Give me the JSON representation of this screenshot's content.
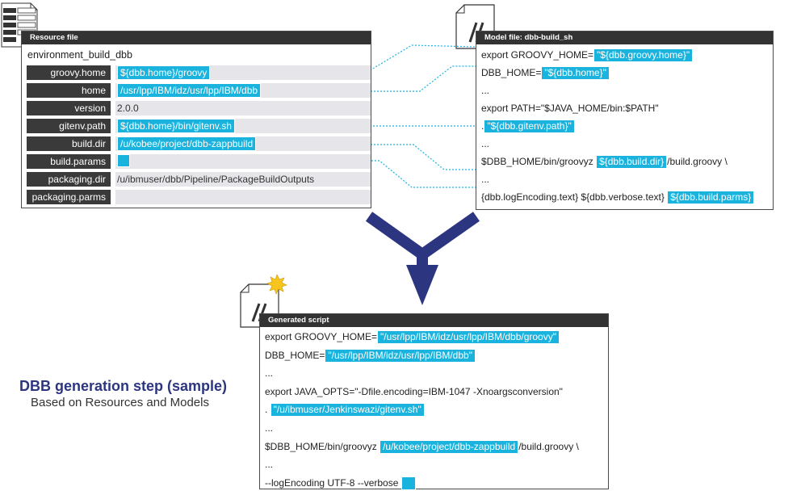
{
  "resource_panel": {
    "header": "Resource file",
    "title": "environment_build_dbb",
    "rows": [
      {
        "key": "groovy.home",
        "value": "",
        "highlight": "${dbb.home}/groovy"
      },
      {
        "key": "home",
        "value": "",
        "highlight": "/usr/lpp/IBM/idz/usr/lpp/IBM/dbb"
      },
      {
        "key": "version",
        "value": "2.0.0",
        "highlight": ""
      },
      {
        "key": "gitenv.path",
        "value": "",
        "highlight": "${dbb.home}/bin/gitenv.sh"
      },
      {
        "key": "build.dir",
        "value": "",
        "highlight": "/u/kobee/project/dbb-zappbuild"
      },
      {
        "key": "build.params",
        "value": "",
        "highlight": ""
      },
      {
        "key": "packaging.dir",
        "value": "/u/ibmuser/dbb/Pipeline/PackageBuildOutputs",
        "highlight": ""
      },
      {
        "key": "packaging.parms",
        "value": "",
        "highlight": ""
      }
    ]
  },
  "model_panel": {
    "header": "Model file:  dbb-build_sh",
    "lines": [
      {
        "pre": "export GROOVY_HOME=",
        "hl": "\"${dbb.groovy.home}\"",
        "post": ""
      },
      {
        "pre": "DBB_HOME=",
        "hl": "\"${dbb.home}\"",
        "post": ""
      },
      {
        "pre": "...",
        "hl": "",
        "post": ""
      },
      {
        "pre": "export PATH=\"$JAVA_HOME/bin:$PATH\"",
        "hl": "",
        "post": ""
      },
      {
        "pre": ".",
        "hl": "\"${dbb.gitenv.path}\"",
        "post": ""
      },
      {
        "pre": "...",
        "hl": "",
        "post": ""
      },
      {
        "pre": "$DBB_HOME/bin/groovyz ",
        "hl": "${dbb.build.dir}",
        "post": "/build.groovy \\"
      },
      {
        "pre": "...",
        "hl": "",
        "post": ""
      },
      {
        "pre": "{dbb.logEncoding.text} ${dbb.verbose.text} ",
        "hl": "${dbb.build.parms}",
        "post": ""
      }
    ]
  },
  "generated_panel": {
    "header": "Generated script",
    "lines": [
      {
        "pre": "export GROOVY_HOME=",
        "hl": "\"/usr/lpp/IBM/idz/usr/lpp/IBM/dbb/groovy\"",
        "post": ""
      },
      {
        "pre": "DBB_HOME=",
        "hl": "\"/usr/lpp/IBM/idz/usr/lpp/IBM/dbb\"",
        "post": ""
      },
      {
        "pre": "...",
        "hl": "",
        "post": ""
      },
      {
        "pre": "export JAVA_OPTS=\"-Dfile.encoding=IBM-1047 -Xnoargsconversion\"",
        "hl": "",
        "post": ""
      },
      {
        "pre": ". ",
        "hl": "\"/u/ibmuser/Jenkinswazi/gitenv.sh\"",
        "post": ""
      },
      {
        "pre": "...",
        "hl": "",
        "post": ""
      },
      {
        "pre": "$DBB_HOME/bin/groovyz ",
        "hl": "/u/kobee/project/dbb-zappbuild",
        "post": "/build.groovy \\"
      },
      {
        "pre": "...",
        "hl": "",
        "post": ""
      },
      {
        "pre": "--logEncoding UTF-8 --verbose ",
        "hl": "",
        "post": ""
      }
    ]
  },
  "caption": {
    "title": "DBB generation step (sample)",
    "subtitle": "Based on Resources and Models"
  },
  "colors": {
    "highlight": "#1ab3de",
    "arrow": "#2c3680",
    "header": "#333333",
    "key_bg": "#3a3a3a",
    "value_bg": "#e6e6ea"
  },
  "icons": [
    "table-file-icon",
    "code-file-icon",
    "new-badge-icon"
  ]
}
